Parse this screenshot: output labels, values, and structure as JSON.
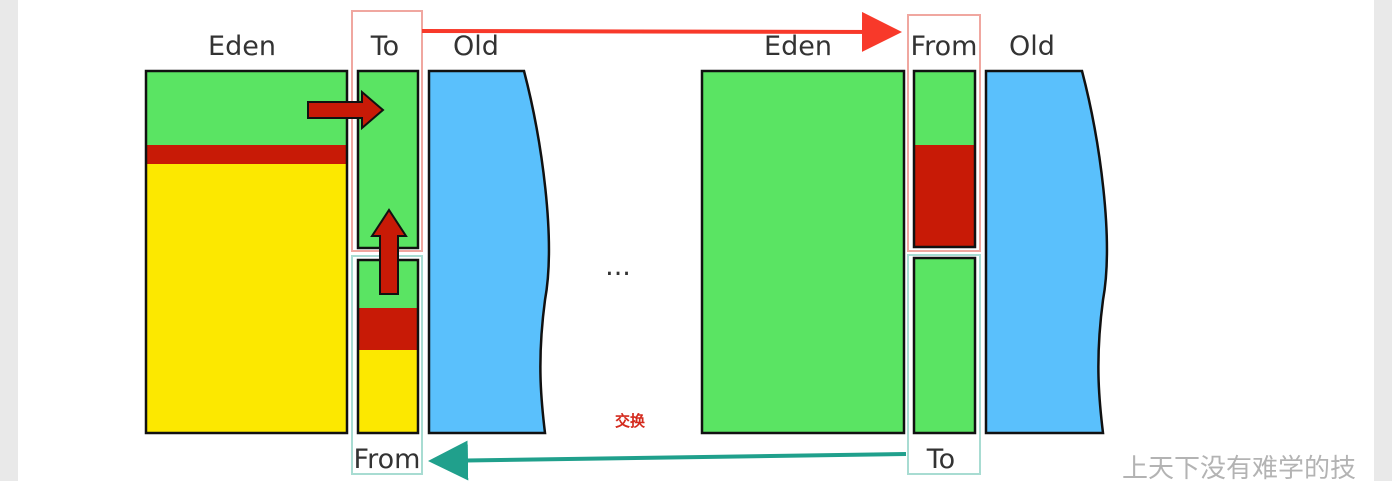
{
  "labels": {
    "left_eden": "Eden",
    "left_to": "To",
    "left_old": "Old",
    "left_from": "From",
    "right_eden": "Eden",
    "right_from": "From",
    "right_old": "Old",
    "right_to": "To",
    "ellipsis": "...",
    "swap": "交换",
    "watermark": "上天下没有难学的技"
  },
  "colors": {
    "green": "#5ae463",
    "red": "#c81a06",
    "yellow": "#fce800",
    "blue": "#5ac0fc",
    "arrow_red": "#f8392a",
    "arrow_teal": "#20a08c",
    "box_red": "#f0a7a0",
    "box_teal": "#a8dcd2"
  }
}
